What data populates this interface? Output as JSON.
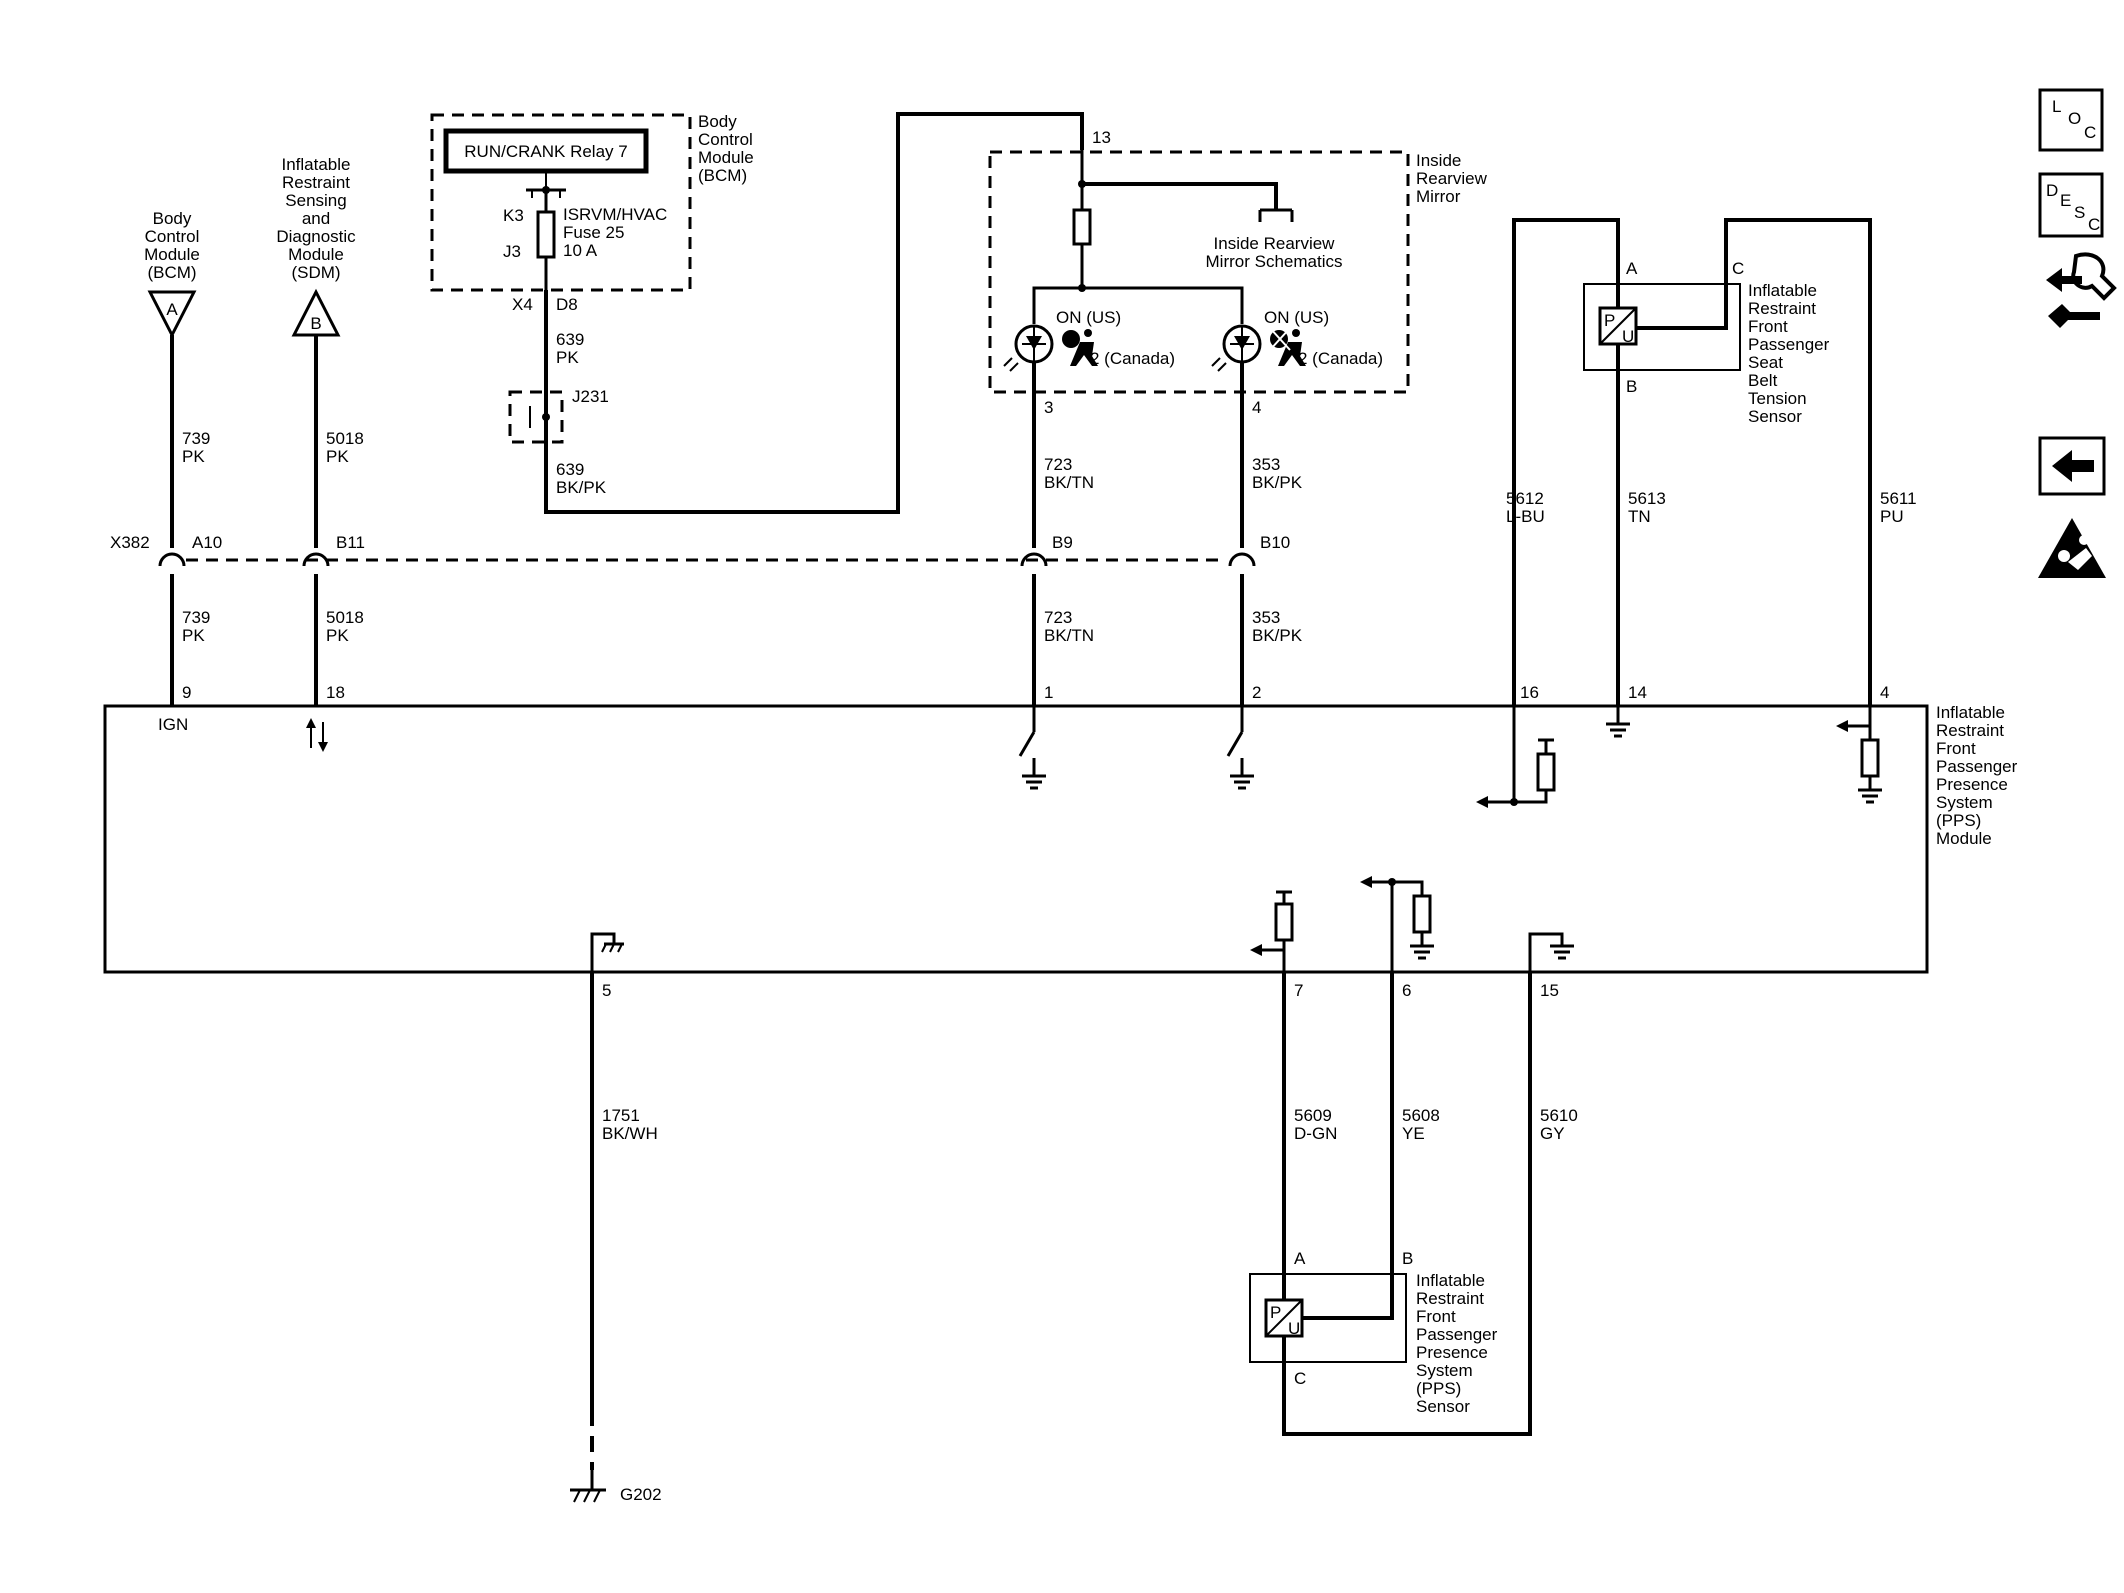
{
  "connectors": {
    "bcm_label": [
      "Body",
      "Control",
      "Module",
      "(BCM)"
    ],
    "bcm_letter": "A",
    "sdm_label": [
      "Inflatable",
      "Restraint",
      "Sensing",
      "and",
      "Diagnostic",
      "Module",
      "(SDM)"
    ],
    "sdm_letter": "B",
    "x382": "X382",
    "a10": "A10",
    "b11": "B11",
    "b9": "B9",
    "b10": "B10"
  },
  "bcm_box": {
    "title": [
      "Body",
      "Control",
      "Module",
      "(BCM)"
    ],
    "relay": "RUN/CRANK Relay 7",
    "k3": "K3",
    "j3": "J3",
    "fuse": [
      "ISRVM/HVAC",
      "Fuse 25",
      "10 A"
    ],
    "x4": "X4",
    "d8": "D8"
  },
  "splice": "J231",
  "mirror": {
    "pin13": "13",
    "title": [
      "Inside",
      "Rearview",
      "Mirror"
    ],
    "schematics": [
      "Inside Rearview",
      "Mirror Schematics"
    ],
    "on_us_1": "ON (US)",
    "canada_1": "2 (Canada)",
    "on_us_2": "ON (US)",
    "canada_2": "2 (Canada)",
    "pin3": "3",
    "pin4": "4"
  },
  "wires": {
    "w739_top": [
      "739",
      "PK"
    ],
    "w5018_top": [
      "5018",
      "PK"
    ],
    "w639": [
      "639",
      "PK"
    ],
    "w639b": [
      "639",
      "BK/PK"
    ],
    "w723_top": [
      "723",
      "BK/TN"
    ],
    "w353_top": [
      "353",
      "BK/PK"
    ],
    "w739_bot": [
      "739",
      "PK"
    ],
    "w5018_bot": [
      "5018",
      "PK"
    ],
    "w723_bot": [
      "723",
      "BK/TN"
    ],
    "w353_bot": [
      "353",
      "BK/PK"
    ],
    "w5612": [
      "5612",
      "L-BU"
    ],
    "w5613": [
      "5613",
      "TN"
    ],
    "w5611": [
      "5611",
      "PU"
    ],
    "w1751": [
      "1751",
      "BK/WH"
    ],
    "w5609": [
      "5609",
      "D-GN"
    ],
    "w5608": [
      "5608",
      "YE"
    ],
    "w5610": [
      "5610",
      "GY"
    ]
  },
  "pps_module": {
    "title": [
      "Inflatable",
      "Restraint",
      "Front",
      "Passenger",
      "Presence",
      "System",
      "(PPS)",
      "Module"
    ],
    "pin9": "9",
    "pin18": "18",
    "pin1": "1",
    "pin2": "2",
    "pin16": "16",
    "pin14": "14",
    "pin4": "4",
    "pin5": "5",
    "pin7": "7",
    "pin6": "6",
    "pin15": "15",
    "ign": "IGN"
  },
  "belt_sensor": {
    "title": [
      "Inflatable",
      "Restraint",
      "Front",
      "Passenger",
      "Seat",
      "Belt",
      "Tension",
      "Sensor"
    ],
    "pinA": "A",
    "pinB": "B",
    "pinC": "C",
    "p": "P",
    "u": "U"
  },
  "pps_sensor": {
    "title": [
      "Inflatable",
      "Restraint",
      "Front",
      "Passenger",
      "Presence",
      "System",
      "(PPS)",
      "Sensor"
    ],
    "pinA": "A",
    "pinB": "B",
    "pinC": "C",
    "p": "P",
    "u": "U"
  },
  "ground": "G202",
  "nav": {
    "loc": [
      "L",
      "O",
      "C"
    ],
    "desc": [
      "D",
      "E",
      "S",
      "C"
    ]
  }
}
